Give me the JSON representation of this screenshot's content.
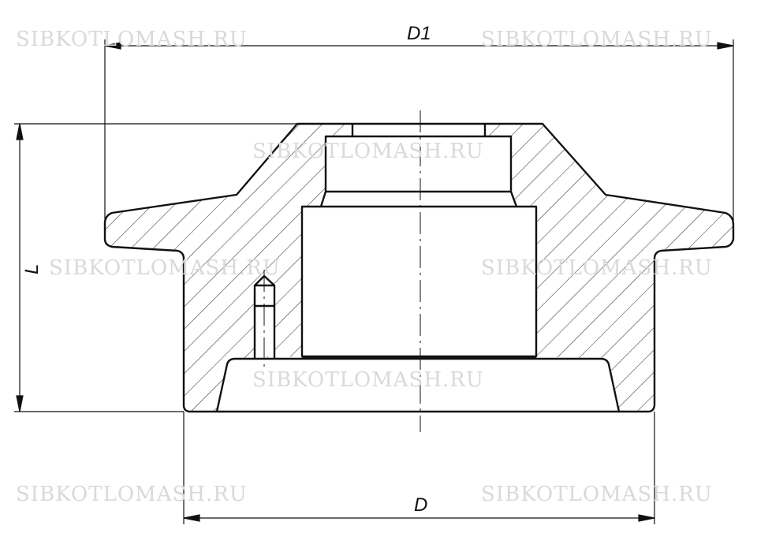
{
  "drawing": {
    "dimensions": {
      "outer_flange_diameter": "D1",
      "base_diameter": "D",
      "height": "L"
    },
    "watermark": "SIBKOTLOMASH.RU",
    "colors": {
      "line": "#111111",
      "watermark": "#d9d9d9"
    }
  }
}
